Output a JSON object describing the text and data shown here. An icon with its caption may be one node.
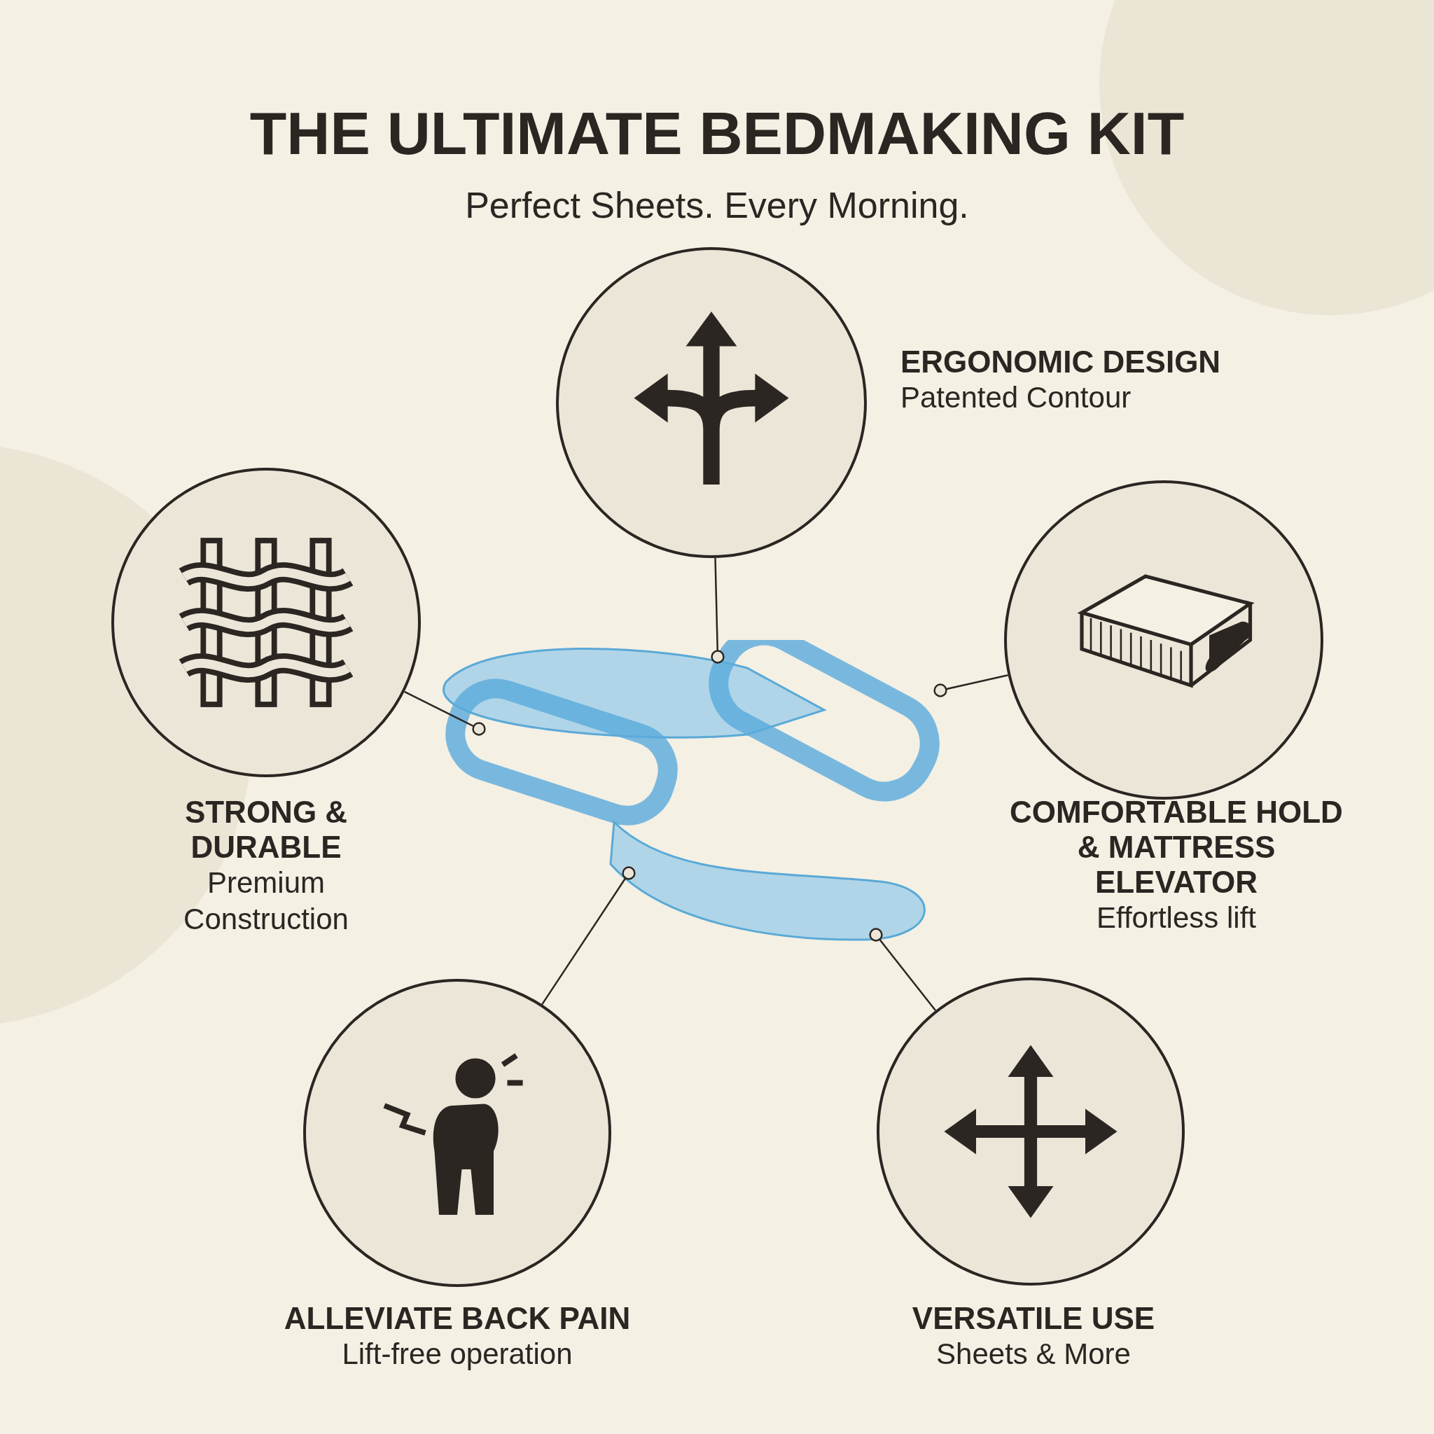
{
  "diagram": {
    "title": "THE ULTIMATE BEDMAKING KIT",
    "nodes": [
      {
        "text": [
          "ERGONOMIC DESIGN",
          "Patented Contour"
        ]
      },
      {
        "text": [
          "STRONG & DURABLE",
          "Premium Construction"
        ]
      },
      {
        "text": [
          "COMFORTABLE HOLD & MATTRESS ELEVATOR",
          "Effortless lift"
        ]
      },
      {
        "text": [
          "ALLEVIATE BACK PAIN",
          "Lift-free operation"
        ]
      },
      {
        "text": [
          "VERSATILE USE",
          "Sheets & More"
        ]
      },
      {
        "text": [],
        "shape": "picture"
      }
    ],
    "edges": [
      {
        "from": 0,
        "to": 5,
        "arrow": "other"
      },
      {
        "from": 1,
        "to": 5,
        "arrow": "other"
      },
      {
        "from": 2,
        "to": 5,
        "arrow": "other"
      },
      {
        "from": 3,
        "to": 5,
        "arrow": "other"
      },
      {
        "from": 4,
        "to": 5,
        "arrow": "other"
      }
    ],
    "labels": [
      "Perfect Sheets. Every Morning."
    ]
  }
}
